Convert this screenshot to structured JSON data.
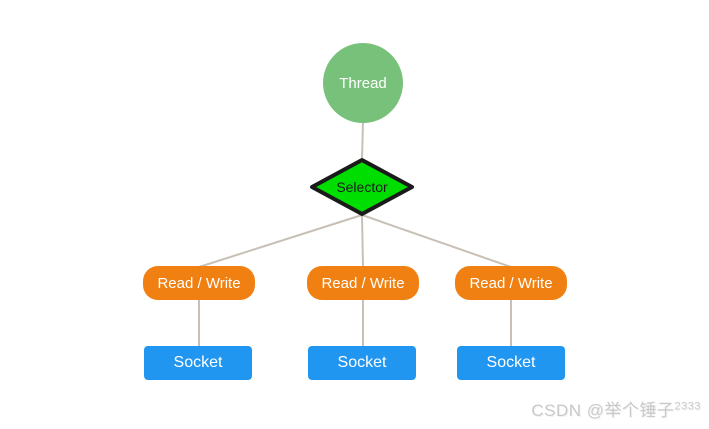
{
  "diagram": {
    "thread_label": "Thread",
    "selector_label": "Selector",
    "read_write_labels": [
      "Read / Write",
      "Read / Write",
      "Read / Write"
    ],
    "socket_labels": [
      "Socket",
      "Socket",
      "Socket"
    ],
    "colors": {
      "background": "#ffffff",
      "thread_fill": "#77c17a",
      "selector_fill": "#00dd00",
      "selector_stroke": "#1a1a1a",
      "read_write_fill": "#f08011",
      "socket_fill": "#2196f0",
      "connector": "#c8c0b6",
      "watermark": "#c9c9c9"
    }
  },
  "watermark": {
    "text": "CSDN @举个锤子",
    "superscript": "2333"
  }
}
